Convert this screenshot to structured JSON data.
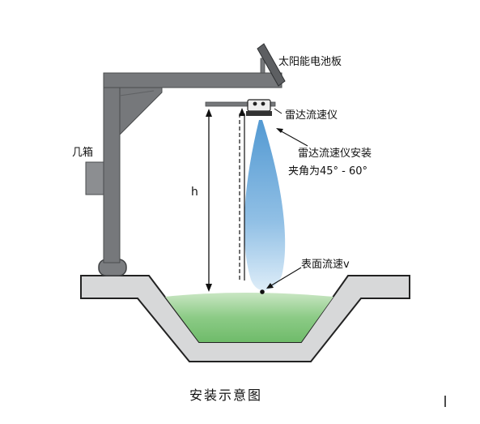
{
  "labels": {
    "solar_panel": "太阳能电池板",
    "radar": "雷达流速仪",
    "install_angle_line1": "雷达流速仪安装",
    "install_angle_line2": "夹角为45° - 60°",
    "box": "几箱",
    "height": "h",
    "surface_velocity": "表面流速v",
    "caption": "安装示意图"
  },
  "colors": {
    "structure": "#76787b",
    "structure_edge": "#4a4c4e",
    "channel": "#d7d8d9",
    "water": "#86c583",
    "beam": "#5a9fd4"
  }
}
